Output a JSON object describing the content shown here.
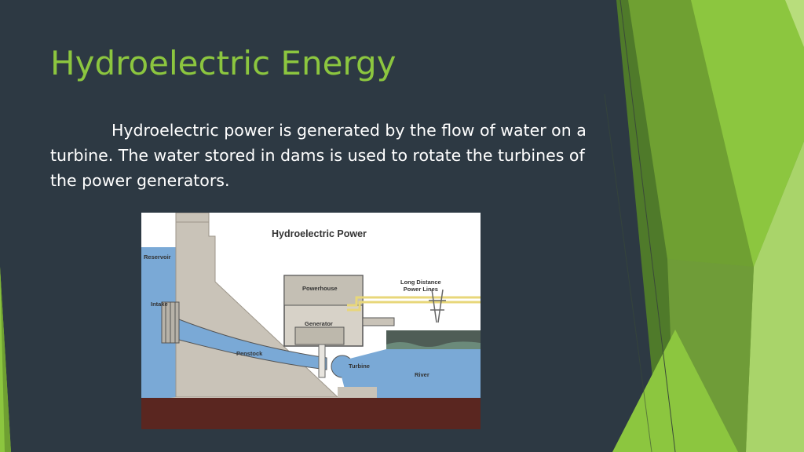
{
  "slide": {
    "title": "Hydroelectric Energy",
    "body": "Hydroelectric power is generated by the flow of water on a turbine. The water stored in dams is used to rotate the turbines of the power generators.",
    "accent_color": "#8cc63f",
    "background_color": "#2d3943"
  },
  "diagram": {
    "title": "Hydroelectric Power",
    "labels": {
      "reservoir": "Reservoir",
      "intake": "Intake",
      "powerhouse": "Powerhouse",
      "generator": "Generator",
      "penstock": "Penstock",
      "turbine": "Turbine",
      "power_lines": "Long Distance\nPower Lines",
      "river": "River"
    }
  }
}
